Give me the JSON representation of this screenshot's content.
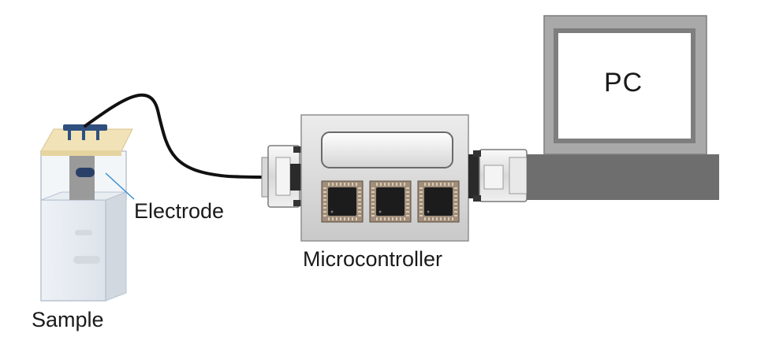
{
  "labels": {
    "electrode": "Electrode",
    "sample": "Sample",
    "microcontroller": "Microcontroller",
    "pc": "PC"
  },
  "components": {
    "chip_count": 3,
    "connector_count": 2
  },
  "colors": {
    "cable": "#111111",
    "electrode_clip": "#2f4f7f",
    "lid": "#f1e3b7",
    "microcontroller_body": "#d6d6d6",
    "monitor_bezel": "#a9a9a9",
    "pc_base": "#6e6e6e",
    "pointer_line": "#3a8fd0"
  }
}
